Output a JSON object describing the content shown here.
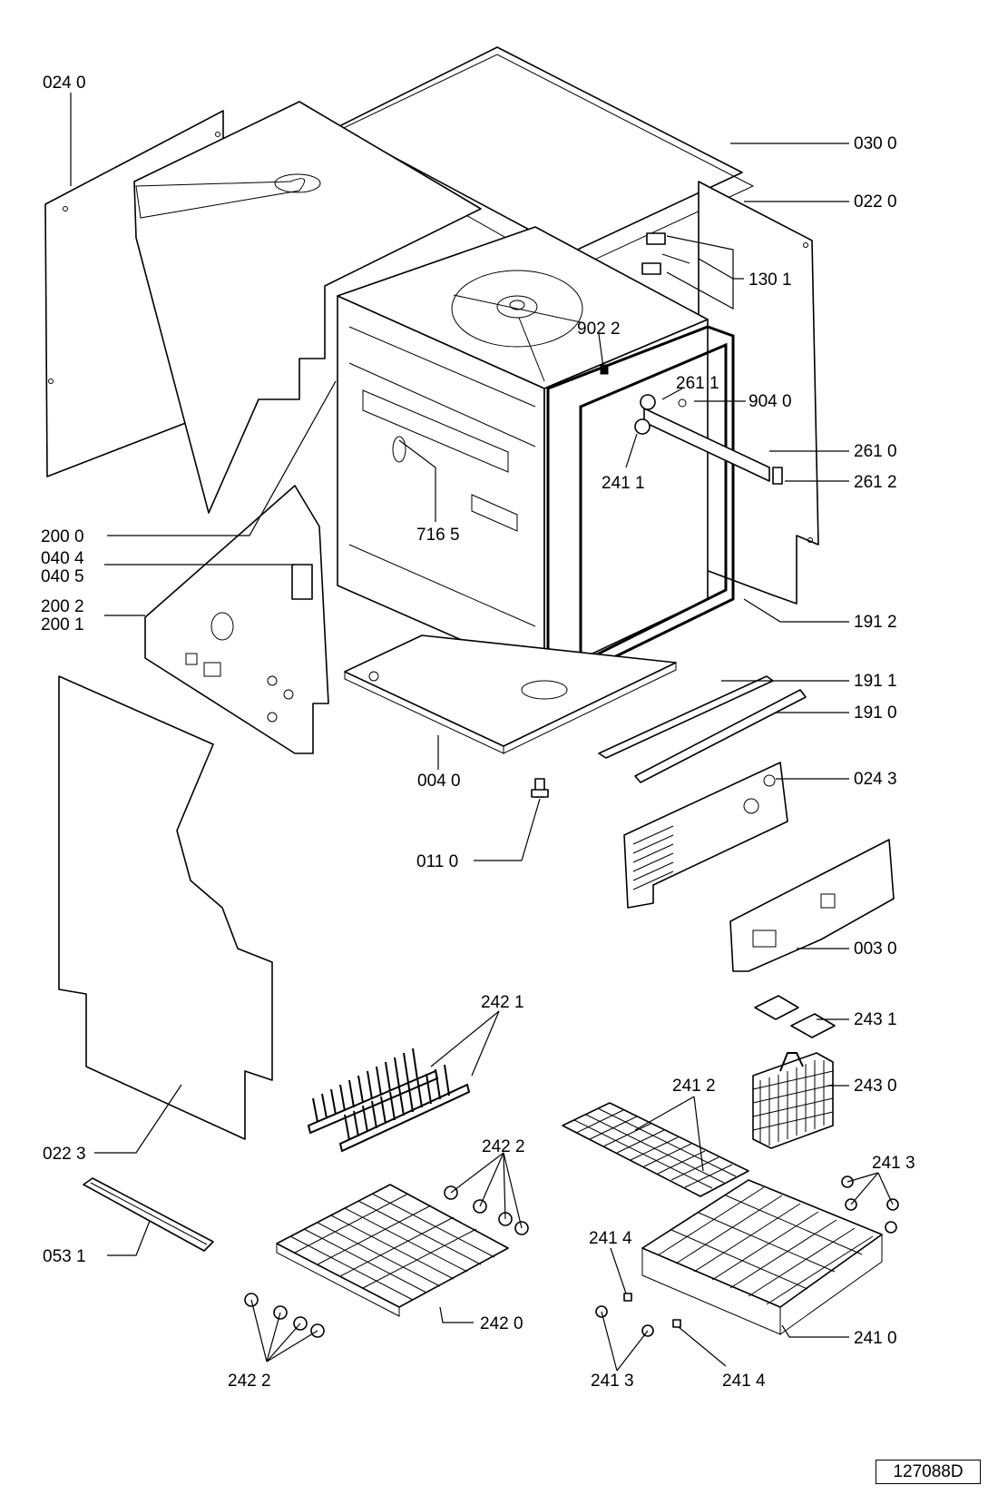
{
  "figure_number": "127088D",
  "labels": {
    "p0240": "024 0",
    "p0300": "030 0",
    "p0220": "022 0",
    "p1301": "130 1",
    "p9022": "902 2",
    "p2611": "261 1",
    "p9040": "904 0",
    "p2610": "261 0",
    "p2411a": "241 1",
    "p2612": "261 2",
    "p7165": "716 5",
    "p2000": "200 0",
    "p0404": "040 4",
    "p0405": "040 5",
    "p2002": "200 2",
    "p2001": "200 1",
    "p1912": "191 2",
    "p1911": "191 1",
    "p1910": "191 0",
    "p0040": "004 0",
    "p0243": "024 3",
    "p0110": "011 0",
    "p0030": "003 0",
    "p2431": "243 1",
    "p2421": "242 1",
    "p2430": "243 0",
    "p2412": "241 2",
    "p0223": "022 3",
    "p2422a": "242 2",
    "p2413a": "241 3",
    "p0531": "053 1",
    "p2414a": "241 4",
    "p2420": "242 0",
    "p2410": "241 0",
    "p2422b": "242 2",
    "p2413b": "241 3",
    "p2414b": "241 4"
  }
}
